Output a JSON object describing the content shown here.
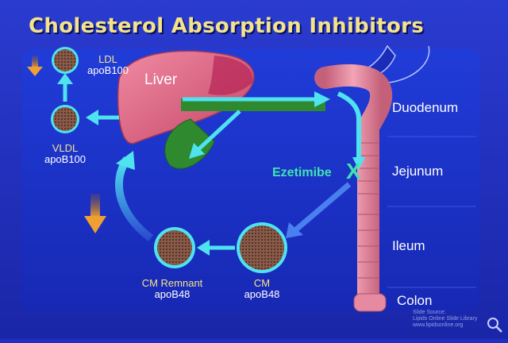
{
  "title": "Cholesterol Absorption Inhibitors",
  "labels": {
    "liver": "Liver",
    "ldl": {
      "name": "LDL",
      "apo": "apoB100"
    },
    "vldl": {
      "name": "VLDL",
      "apo": "apoB100"
    },
    "cm": {
      "name": "CM",
      "apo": "apoB48"
    },
    "cm_remnant": {
      "name": "CM Remnant",
      "apo": "apoB48"
    },
    "ezetimibe": "Ezetimibe",
    "block_mark": "X"
  },
  "intestine_segments": [
    "Duodenum",
    "Jejunum",
    "Ileum",
    "Colon"
  ],
  "source": [
    "Slide Source:",
    "Lipids Online Slide Library",
    "www.lipidsonline.org"
  ],
  "colors": {
    "background": "#1f2fbf",
    "title": "#f3e38a",
    "arrow": "#4fe3f0",
    "ezetimibe": "#3fe3b0",
    "liver": "#e06a86",
    "gallbladder": "#2f8a2f",
    "intestine": "#e58aa0",
    "down_arrow": "#e08a1e"
  }
}
